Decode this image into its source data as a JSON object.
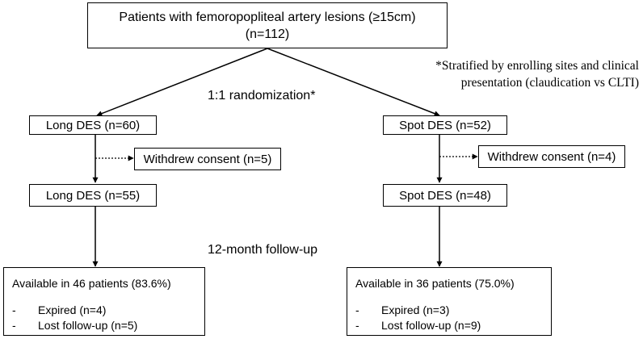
{
  "top": {
    "title": "Patients with femoropopliteal artery lesions (≥15cm)",
    "count": "(n=112)"
  },
  "note": {
    "line1": "*Stratified by enrolling sites and clinical",
    "line2": "presentation (claudication vs CLTI)"
  },
  "randomization_label": "1:1 randomization*",
  "followup_label": "12-month follow-up",
  "left": {
    "initial": "Long DES (n=60)",
    "withdrew": "Withdrew consent (n=5)",
    "after": "Long DES (n=55)",
    "available": "Available in 46 patients (83.6%)",
    "items": [
      {
        "bullet": "-",
        "text": "Expired (n=4)"
      },
      {
        "bullet": "-",
        "text": "Lost follow-up (n=5)"
      }
    ]
  },
  "right": {
    "initial": "Spot DES (n=52)",
    "withdrew": "Withdrew consent (n=4)",
    "after": "Spot DES (n=48)",
    "available": "Available in 36 patients (75.0%)",
    "items": [
      {
        "bullet": "-",
        "text": "Expired (n=3)"
      },
      {
        "bullet": "-",
        "text": "Lost follow-up (n=9)"
      }
    ]
  }
}
